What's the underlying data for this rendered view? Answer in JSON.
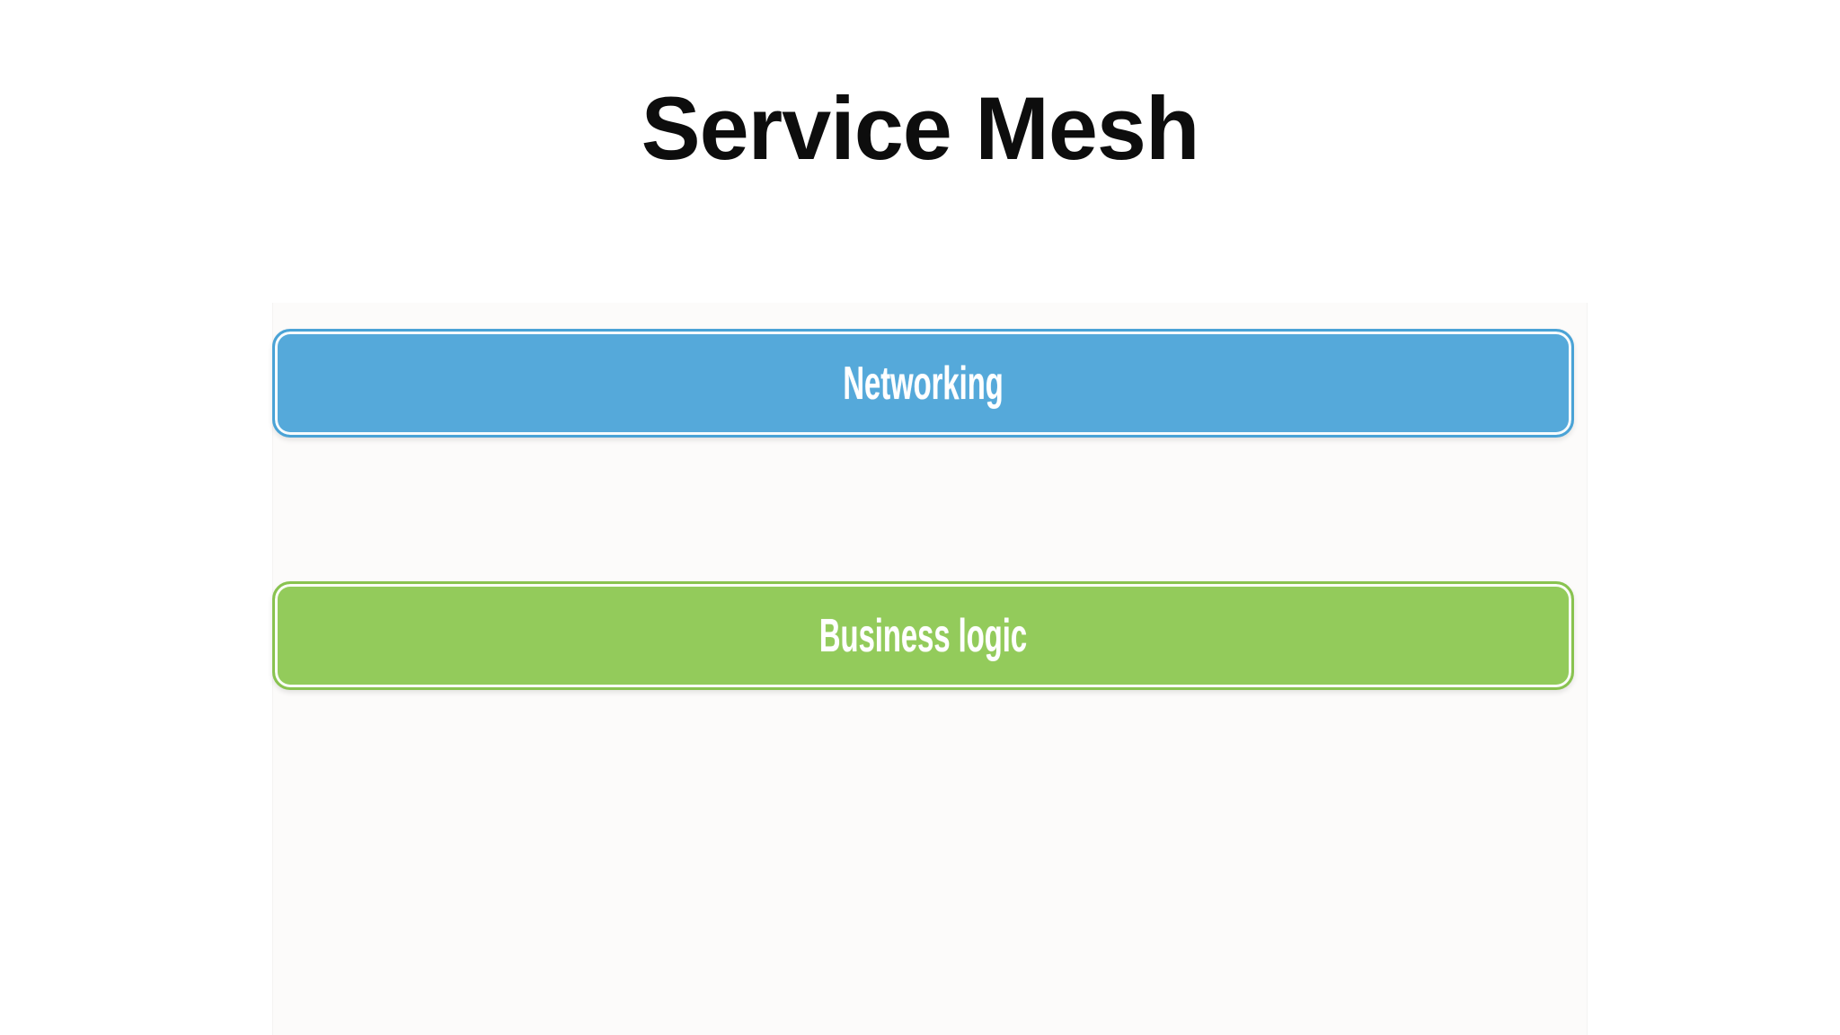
{
  "slide": {
    "title": "Service Mesh",
    "title_color": "#0d0d0d",
    "background_color": "#ffffff"
  },
  "diagram": {
    "label_color": "#ffffff",
    "layers": [
      {
        "id": "networking",
        "label": "Networking",
        "fill": "#55a9da",
        "border": "#4aa3d6"
      },
      {
        "id": "business-logic",
        "label": "Business logic",
        "fill": "#93cb5b",
        "border": "#89c350"
      }
    ]
  }
}
